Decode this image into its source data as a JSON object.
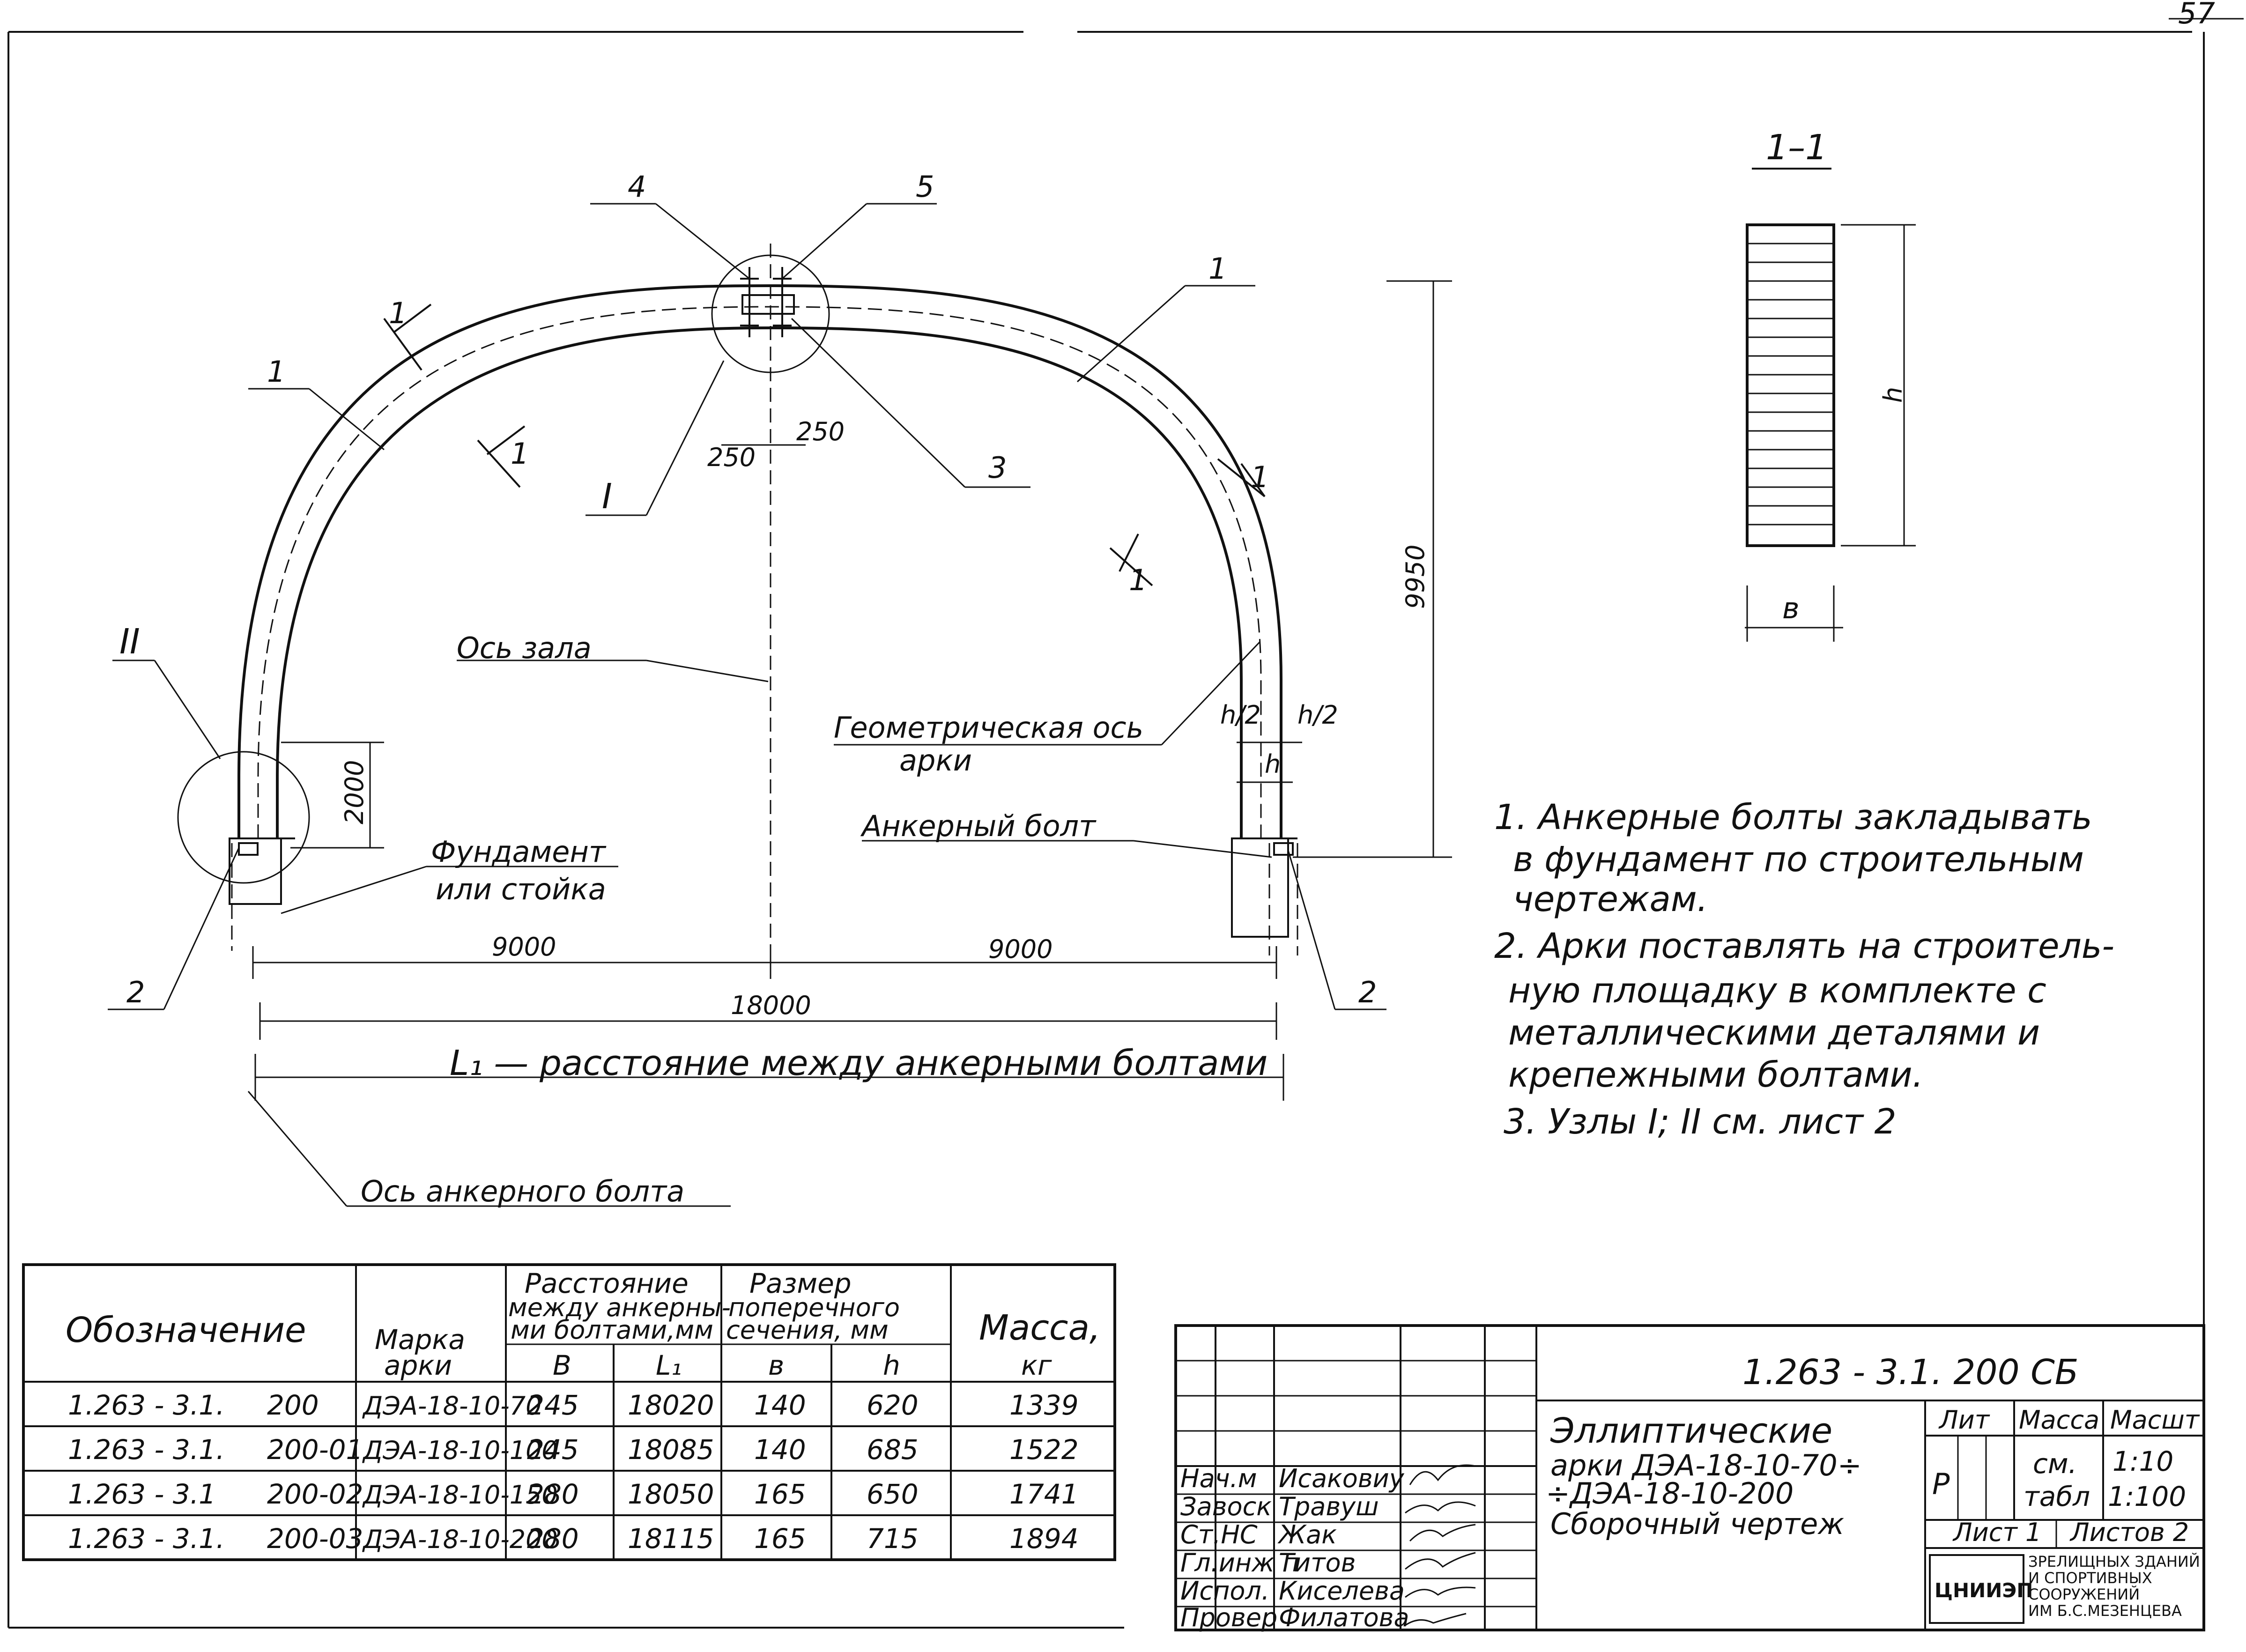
{
  "drawing": {
    "corner_mark": "57",
    "callouts": [
      "4",
      "5",
      "1",
      "1",
      "3",
      "2",
      "2"
    ],
    "section_marks": [
      "1",
      "1",
      "1",
      "1"
    ],
    "node_top": "I",
    "node_left": "II",
    "labels": {
      "hall_axis": "Ось зала",
      "geom_axis_1": "Геометрическая ось",
      "geom_axis_2": "арки",
      "anchor_bolt": "Анкерный болт",
      "foundation_1": "Фундамент",
      "foundation_2": "или стойка",
      "anchor_axis": "Ось анкерного болта",
      "l1_label": "L₁ — расстояние между анкерными болтами"
    },
    "dims": {
      "left_half": "9000",
      "right_half": "9000",
      "span": "18000",
      "height": "9950",
      "base_height": "2000",
      "top_left": "250",
      "top_right": "250",
      "h_half_left": "h/2",
      "h_half_right": "h/2",
      "h": "h"
    }
  },
  "section": {
    "title": "1–1",
    "height_label": "h",
    "width_label": "в"
  },
  "notes": [
    "1. Анкерные болты закладывать",
    "в фундамент по строительным",
    "чертежам.",
    "2. Арки поставлять на строитель-",
    "ную площадку в комплекте с",
    "металлическими деталями и",
    "крепежными болтами.",
    "3. Узлы I; II см. лист 2"
  ],
  "table": {
    "headers": {
      "designation": "Обозначение",
      "mark_1": "Марка",
      "mark_2": "арки",
      "dist_1": "Расстояние",
      "dist_2": "между анкерны-",
      "dist_3": "ми болтами,мм",
      "dist_b": "B",
      "dist_l": "L₁",
      "size_1": "Размер",
      "size_2": "поперечного",
      "size_3": "сечения, мм",
      "size_b": "в",
      "size_h": "h",
      "mass_1": "Масса,",
      "mass_2": "кг"
    },
    "rows": [
      {
        "code": "1.263 - 3.1.",
        "sheet": "200",
        "mark": "ДЭА-18-10-70",
        "B": "245",
        "L1": "18020",
        "b": "140",
        "h": "620",
        "mass": "1339"
      },
      {
        "code": "1.263 - 3.1.",
        "sheet": "200-01",
        "mark": "ДЭА-18-10-100",
        "B": "245",
        "L1": "18085",
        "b": "140",
        "h": "685",
        "mass": "1522"
      },
      {
        "code": "1.263 - 3.1",
        "sheet": "200-02",
        "mark": "ДЭА-18-10-150",
        "B": "280",
        "L1": "18050",
        "b": "165",
        "h": "650",
        "mass": "1741"
      },
      {
        "code": "1.263 - 3.1.",
        "sheet": "200-03",
        "mark": "ДЭА-18-10-200",
        "B": "280",
        "L1": "18115",
        "b": "165",
        "h": "715",
        "mass": "1894"
      }
    ]
  },
  "title_block": {
    "doc_code": "1.263 - 3.1. 200 СБ",
    "title_1": "Эллиптические",
    "title_2": "арки ДЭА-18-10-70÷",
    "title_3": "÷ДЭА-18-10-200",
    "title_4": "Сборочный чертеж",
    "col_lit": "Лит",
    "col_mass": "Масса",
    "col_scale": "Масшт",
    "lit_value": "Р",
    "mass_1": "см.",
    "mass_2": "табл",
    "scale_1": "1:10",
    "scale_2": "1:100",
    "sheet": "Лист 1",
    "sheets": "Листов 2",
    "org_logo": "ЦНИИЭП",
    "org_1": "ЗРЕЛИЩНЫХ ЗДАНИЙ",
    "org_2": "И СПОРТИВНЫХ",
    "org_3": "СООРУЖЕНИЙ",
    "org_4": "ИМ Б.С.МЕЗЕНЦЕВА",
    "staff": [
      {
        "role": "Нач.м",
        "name": "Исаковиу"
      },
      {
        "role": "Завоск",
        "name": "Травуш"
      },
      {
        "role": "Ст.НС",
        "name": "Жак"
      },
      {
        "role": "Гл.инж п",
        "name": "Титов"
      },
      {
        "role": "Испол.",
        "name": "Киселева"
      },
      {
        "role": "Провер",
        "name": "Филатова"
      }
    ]
  }
}
